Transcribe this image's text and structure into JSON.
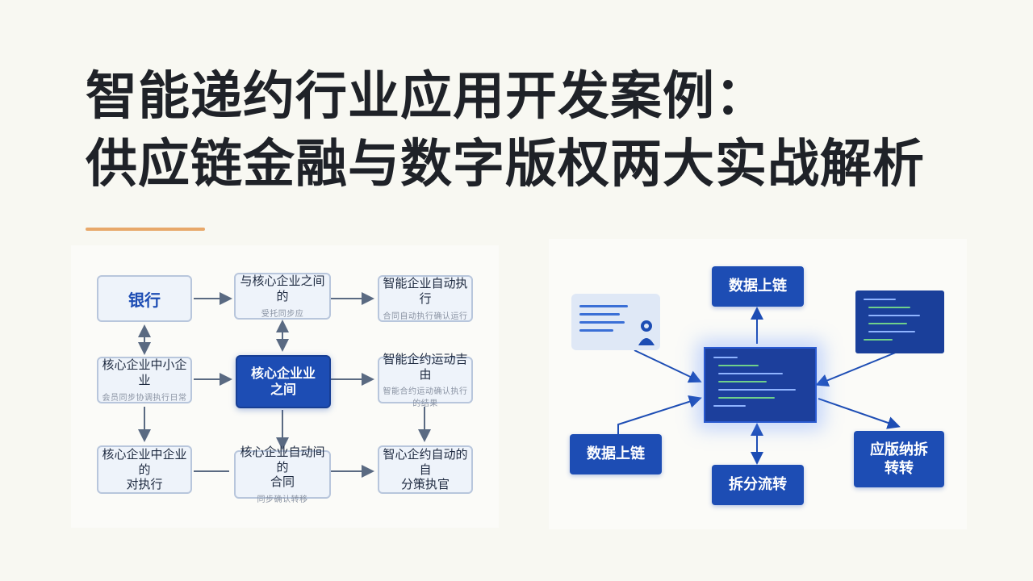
{
  "title": {
    "line1": "智能递约行业应用开发案例：",
    "line2": "供应链金融与数字版权两大实战解析"
  },
  "supply_chain": {
    "bank": "银行",
    "top_mid": {
      "label": "与核心企业之间的",
      "sub": "受托同步应"
    },
    "top_right": {
      "label": "智能企业自动执行",
      "sub": "合同自动执行确认运行"
    },
    "mid_left": {
      "label": "核心企业中小企业",
      "sub": "会员同步协调执行日常"
    },
    "center": {
      "label": "核心企业业\n之间"
    },
    "mid_right": {
      "label": "智能企约运动吉由",
      "sub": "智能合约运动确认执行的结果"
    },
    "bot_left": {
      "label": "核心企业中企业的\n对执行"
    },
    "bot_mid": {
      "label": "核心企业自动间的\n合同",
      "sub": "同步确认转移"
    },
    "bot_right": {
      "label": "智心企约自动的自\n分策执官"
    }
  },
  "copyright": {
    "top": "数据上链",
    "left": "数据上链",
    "bottom": "拆分流转",
    "right": "应版纳拆\n转转"
  },
  "colors": {
    "primary": "#1d4db4",
    "accent": "#e8a86a",
    "light_box": "#eef3fa",
    "arrow": "#5a6a82"
  }
}
